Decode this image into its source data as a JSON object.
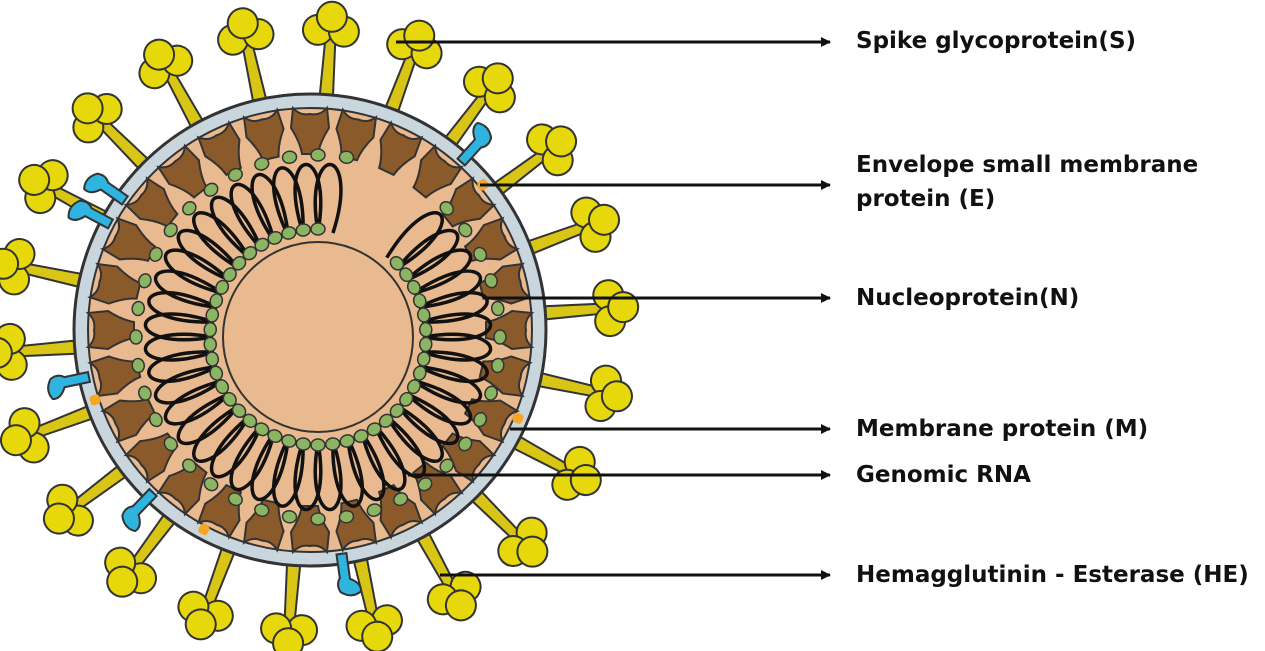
{
  "diagram": {
    "labels": {
      "spike": "Spike glycoprotein(S)",
      "envelope_line1": "Envelope small membrane",
      "envelope_line2": "protein (E)",
      "nucleoprotein": "Nucleoprotein(N)",
      "membrane": "Membrane protein (M)",
      "rna": "Genomic RNA",
      "he": "Hemagglutinin - Esterase (HE)"
    },
    "colors": {
      "spike": "#e6d80a",
      "spike_stalk": "#d9c516",
      "envelope_protein": "#f5a623",
      "membrane_protein": "#8b5a2b",
      "he_protein": "#2fb4e0",
      "outer_envelope": "#c9d6de",
      "interior": "#e9b98f",
      "nucleoprotein_bead": "#8bb563",
      "rna": "#111111"
    }
  }
}
